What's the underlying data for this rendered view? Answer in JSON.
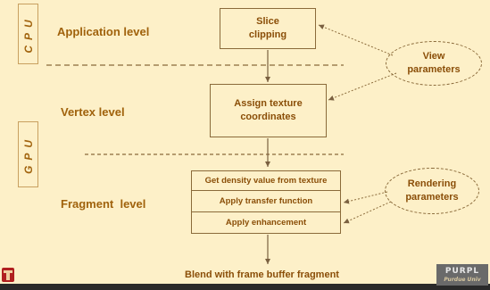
{
  "levels": {
    "application": "Application level",
    "vertex": "Vertex level",
    "fragment": "Fragment  level"
  },
  "processors": {
    "cpu": "CPU",
    "gpu": "GPU"
  },
  "boxes": {
    "slice_clipping": [
      "Slice",
      "clipping"
    ],
    "assign_texture": [
      "Assign texture",
      "coordinates"
    ],
    "fragment_steps": [
      "Get density value from texture",
      "Apply transfer function",
      "Apply enhancement"
    ]
  },
  "bubbles": {
    "view": [
      "View",
      "parameters"
    ],
    "rendering": [
      "Rendering",
      "parameters"
    ]
  },
  "blend_label": "Blend with frame buffer fragment",
  "logo": {
    "line1": "PURPL",
    "line2": "Purdue Univ"
  },
  "colors": {
    "background": "#fdf0c8",
    "accent_text": "#a0620c",
    "box_text": "#8a4e08",
    "line": "#7a6040"
  }
}
